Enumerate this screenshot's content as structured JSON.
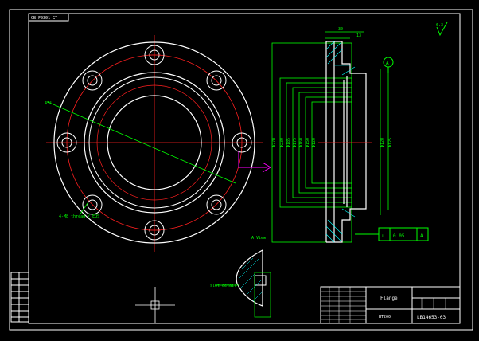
{
  "drawing": {
    "corner_label": "GB-F0301-GT",
    "roughness_mark": "6.3",
    "part_name": "Flange",
    "material": "HT200",
    "drawing_number": "LB14653-03",
    "view_label": "A View",
    "datum_label": "A",
    "tolerance_symbol": "⊥",
    "tolerance_value": "0.05",
    "tolerance_datum": "A",
    "dim_top_1": "30",
    "dim_top_2": "13",
    "note_holes": "4-M8 thread / EQS",
    "note_angle": "45°",
    "note_slot": "slot detail"
  },
  "colors": {
    "background": "#000000",
    "outline": "#ffffff",
    "center": "#ff2020",
    "dimension": "#00ff00",
    "hatch": "#00ffff",
    "arrow": "#ff00ff"
  }
}
